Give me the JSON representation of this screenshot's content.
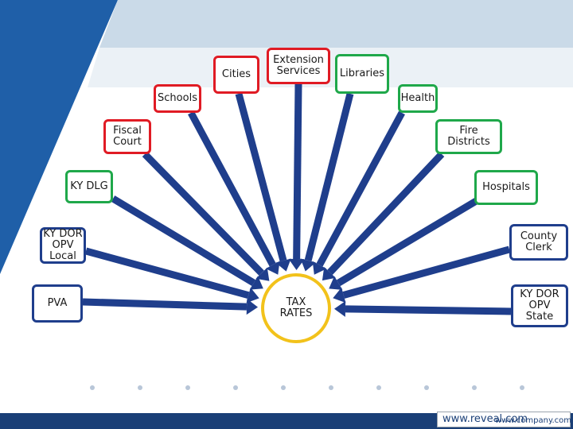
{
  "center": {
    "label": "TAX\nRATES"
  },
  "nodes": [
    {
      "id": "cities",
      "label": "Cities",
      "color": "red"
    },
    {
      "id": "extension-services",
      "label": "Extension\nServices",
      "color": "red"
    },
    {
      "id": "libraries",
      "label": "Libraries",
      "color": "green"
    },
    {
      "id": "schools",
      "label": "Schools",
      "color": "red"
    },
    {
      "id": "health",
      "label": "Health",
      "color": "green"
    },
    {
      "id": "fiscal-court",
      "label": "Fiscal\nCourt",
      "color": "red"
    },
    {
      "id": "fire-districts",
      "label": "Fire\nDistricts",
      "color": "green"
    },
    {
      "id": "ky-dlg",
      "label": "KY DLG",
      "color": "green"
    },
    {
      "id": "hospitals",
      "label": "Hospitals",
      "color": "green"
    },
    {
      "id": "ky-dor-opv-local",
      "label": "KY DOR\nOPV\nLocal",
      "color": "blue"
    },
    {
      "id": "county-clerk",
      "label": "County\nClerk",
      "color": "blue"
    },
    {
      "id": "pva",
      "label": "PVA",
      "color": "blue"
    },
    {
      "id": "ky-dor-opv-state",
      "label": "KY DOR\nOPV\nState",
      "color": "blue"
    }
  ],
  "colors": {
    "red": "#e01b24",
    "green": "#1fa84a",
    "blue": "#1f3e8c",
    "arrow": "#1f3e8c",
    "center_ring": "#f2c21b"
  },
  "footer": {
    "watermark": "www.reveal.com",
    "company": "www.company.com"
  }
}
